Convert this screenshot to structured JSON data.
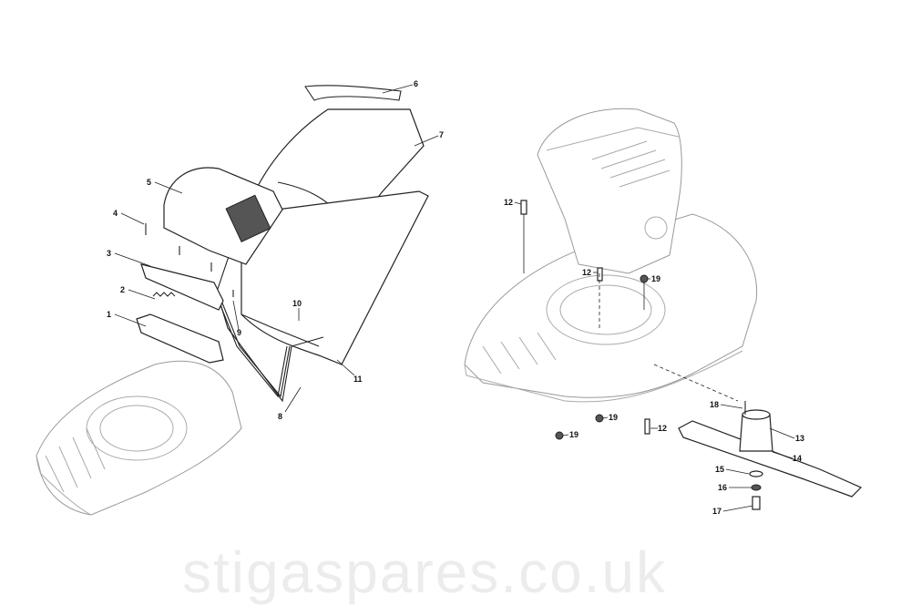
{
  "title": "Exploded parts diagram - mower deck, grass collector and blade assembly",
  "watermark": "stigaspares.co.uk",
  "callouts": [
    "1",
    "2",
    "3",
    "4",
    "5",
    "6",
    "7",
    "8",
    "9",
    "10",
    "11",
    "12",
    "12",
    "19",
    "19",
    "19",
    "12",
    "18",
    "13",
    "14",
    "15",
    "16",
    "17"
  ]
}
